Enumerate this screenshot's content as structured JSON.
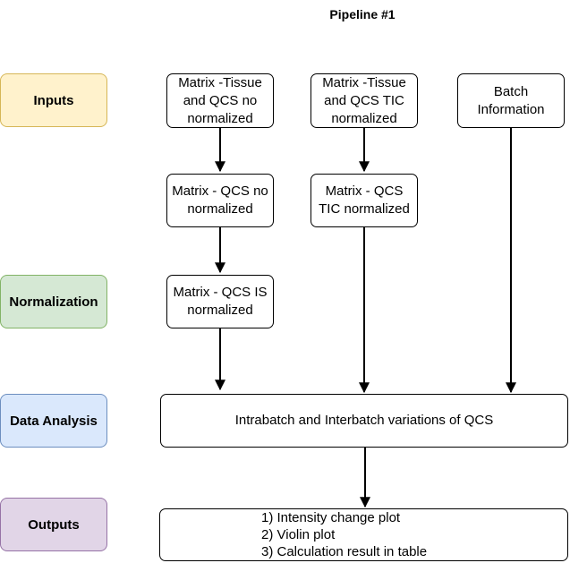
{
  "title": "Pipeline #1",
  "stages": [
    {
      "label": "Inputs",
      "fill": "#fff2cc",
      "stroke": "#d6b656"
    },
    {
      "label": "Normalization",
      "fill": "#d5e8d4",
      "stroke": "#82b366"
    },
    {
      "label": "Data Analysis",
      "fill": "#dae8fc",
      "stroke": "#6c8ebf"
    },
    {
      "label": "Outputs",
      "fill": "#e1d5e7",
      "stroke": "#9673a6"
    }
  ],
  "boxes": {
    "tissue_qcs_no_norm": "Matrix -Tissue\nand QCS no\nnormalized",
    "tissue_qcs_tic_norm": "Matrix -Tissue\nand QCS TIC\nnormalized",
    "batch_info": "Batch\nInformation",
    "qcs_no_norm": "Matrix - QCS no\nnormalized",
    "qcs_tic_norm": "Matrix - QCS\nTIC normalized",
    "qcs_is_norm": "Matrix - QCS IS\nnormalized",
    "analysis": "Intrabatch and Interbatch variations of QCS"
  },
  "outputs": [
    "1) Intensity change plot",
    "2) Violin plot",
    "3) Calculation result in table"
  ]
}
